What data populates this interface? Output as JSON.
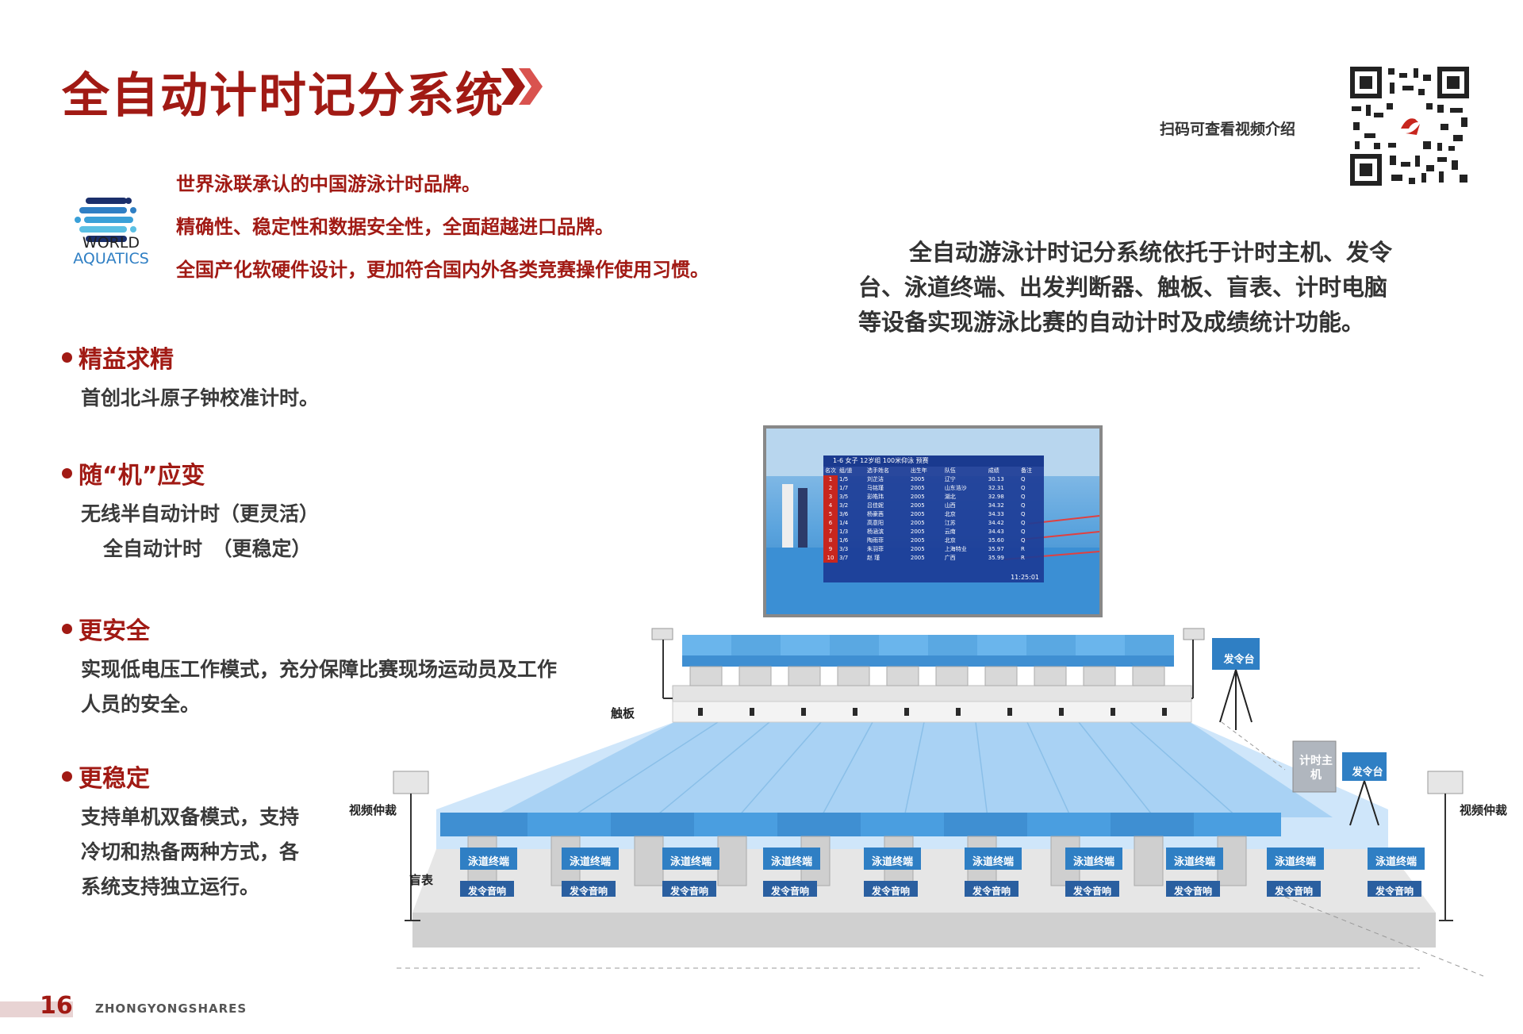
{
  "header": {
    "title": "全自动计时记分系统",
    "qr_caption": "扫码可查看视频介绍"
  },
  "brand": {
    "logo_line1": "WORLD",
    "logo_line2": "AQUATICS",
    "slogans": [
      "世界泳联承认的中国游泳计时品牌。",
      "精确性、稳定性和数据安全性，全面超越进口品牌。",
      "全国产化软硬件设计，更加符合国内外各类竞赛操作使用习惯。"
    ]
  },
  "description": "全自动游泳计时记分系统依托于计时主机、发令台、泳道终端、出发判断器、触板、盲表、计时电脑等设备实现游泳比赛的自动计时及成绩统计功能。",
  "features": [
    {
      "title": "精益求精",
      "lines": [
        "首创北斗原子钟校准计时。"
      ]
    },
    {
      "title": "随“机”应变",
      "lines": [
        "无线半自动计时（更灵活）",
        "  全自动计时　（更稳定）"
      ]
    },
    {
      "title": "更安全",
      "lines": [
        "实现低电压工作模式，充分保障比赛现场运动员及工作",
        "人员的安全。"
      ]
    },
    {
      "title": "更稳定",
      "lines": [
        "支持单机双备模式，支持",
        "冷切和热备两种方式，各",
        "系统支持独立运行。"
      ]
    }
  ],
  "diagram": {
    "labels": {
      "touchpad": "触板",
      "video_referee": "视频仲裁",
      "blind_watch": "盲表",
      "start_platform": "发令台",
      "timing_host": "计时主机",
      "lane_terminal": "泳道终端",
      "start_speaker": "发令音响"
    },
    "scoreboard": {
      "heading": "1-6 女子 12岁组 100米仰泳 预赛",
      "columns": [
        "名次",
        "组/道",
        "选手姓名",
        "出生年",
        "队伍",
        "成绩",
        "备注"
      ],
      "rows": [
        [
          "1",
          "1/5",
          "刘芷洁",
          "2005",
          "辽宁",
          "30.13",
          "Q"
        ],
        [
          "2",
          "1/7",
          "马铭瑾",
          "2005",
          "山东浩沙",
          "32.31",
          "Q"
        ],
        [
          "3",
          "3/5",
          "彭皓玮",
          "2005",
          "湖北",
          "32.98",
          "Q"
        ],
        [
          "4",
          "3/2",
          "吕佳妮",
          "2005",
          "山西",
          "34.32",
          "Q"
        ],
        [
          "5",
          "3/6",
          "杨豪茜",
          "2005",
          "北京",
          "34.33",
          "Q"
        ],
        [
          "6",
          "1/4",
          "高意阳",
          "2005",
          "江苏",
          "34.42",
          "Q"
        ],
        [
          "7",
          "1/3",
          "杨涵滨",
          "2005",
          "云南",
          "34.43",
          "Q"
        ],
        [
          "8",
          "1/6",
          "陶雨菲",
          "2005",
          "北京",
          "35.60",
          "Q"
        ],
        [
          "9",
          "3/3",
          "朱羽菲",
          "2005",
          "上海特业",
          "35.97",
          "R"
        ],
        [
          "10",
          "3/7",
          "赵 瑾",
          "2005",
          "广西",
          "35.99",
          "R"
        ]
      ],
      "time": "11:25:01"
    }
  },
  "footer": {
    "page_number": "16",
    "company": "ZHONGYONGSHARES"
  },
  "colors": {
    "accent": "#a11a14",
    "blue": "#2f7fc4",
    "lane_blue": "#4a9ee0"
  }
}
